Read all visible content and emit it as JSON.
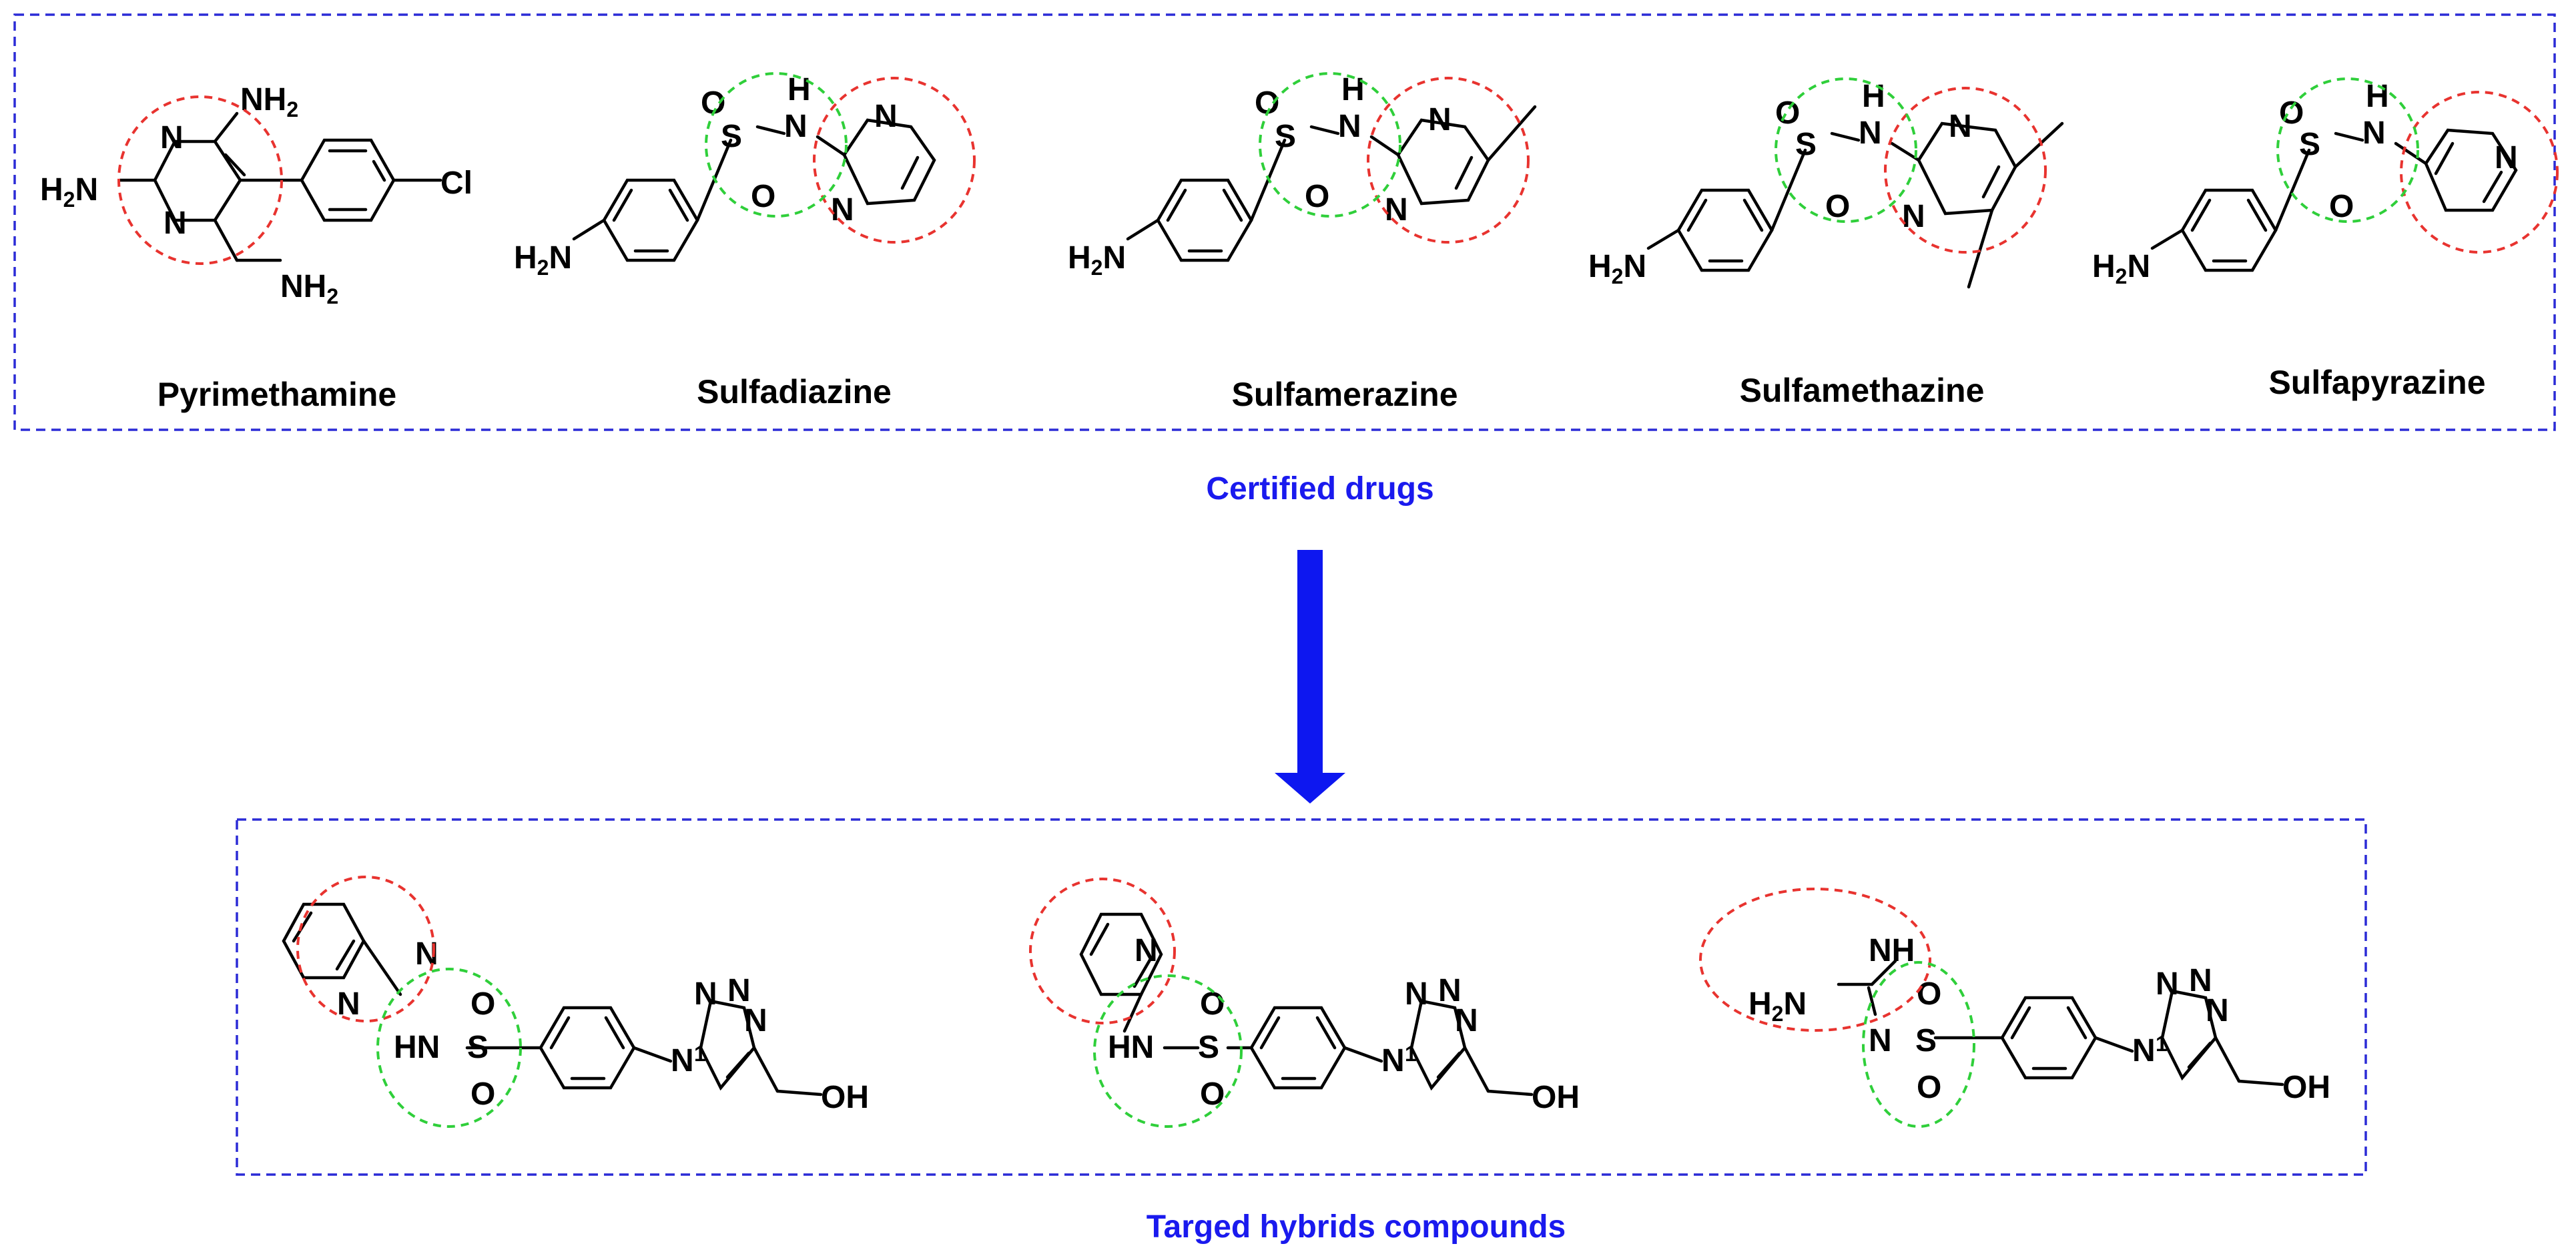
{
  "colors": {
    "frame": "#2b2bd6",
    "caption": "#1a1aee",
    "arrow": "#0d17f0",
    "pharmacophore": "#e8332f",
    "sulfonyl": "#2fcf3a",
    "ink": "#000000"
  },
  "certified": {
    "caption": "Certified drugs",
    "drugs": [
      {
        "name": "Pyrimethamine"
      },
      {
        "name": "Sulfadiazine"
      },
      {
        "name": "Sulfamerazine"
      },
      {
        "name": "Sulfamethazine"
      },
      {
        "name": "Sulfapyrazine"
      }
    ]
  },
  "hybrids": {
    "caption": "Targed hybrids compounds"
  },
  "atoms": {
    "nh2": "NH",
    "h2": "H",
    "two": "2",
    "n": "N",
    "h": "H",
    "s": "S",
    "o": "O",
    "cl": "Cl",
    "hn": "HN",
    "oh": "OH",
    "nh": "NH",
    "n1": "1"
  }
}
